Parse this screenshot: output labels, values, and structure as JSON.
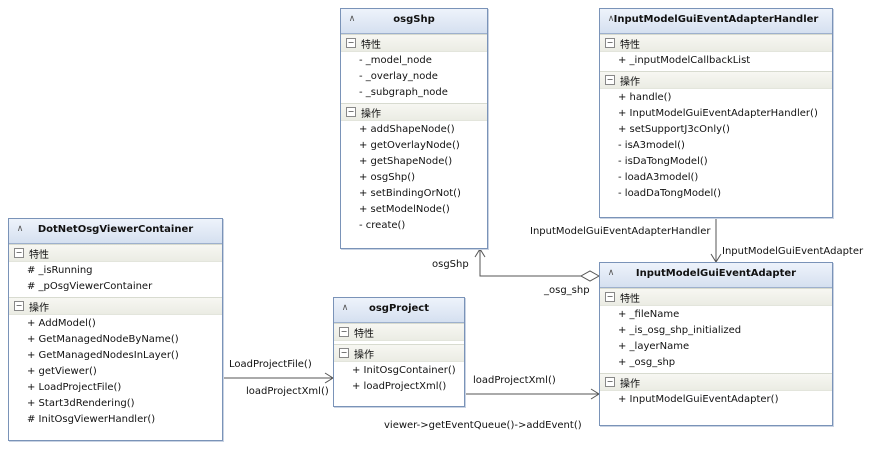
{
  "labels": {
    "attributes": "特性",
    "operations": "操作"
  },
  "classes": {
    "osgShp": {
      "name": "osgShp",
      "attributes": [
        "- _model_node",
        "- _overlay_node",
        "- _subgraph_node"
      ],
      "operations": [
        "+ addShapeNode()",
        "+ getOverlayNode()",
        "+ getShapeNode()",
        "+ osgShp()",
        "+ setBindingOrNot()",
        "+ setModelNode()",
        "- create()"
      ]
    },
    "handler": {
      "name": "InputModelGuiEventAdapterHandler",
      "attributes": [
        "+ _inputModelCallbackList"
      ],
      "operations": [
        "+ handle()",
        "+ InputModelGuiEventAdapterHandler()",
        "+ setSupportJ3cOnly()",
        "- isA3model()",
        "- isDaTongModel()",
        "- loadA3model()",
        "- loadDaTongModel()"
      ]
    },
    "container": {
      "name": "DotNetOsgViewerContainer",
      "attributes": [
        "# _isRunning",
        "# _pOsgViewerContainer"
      ],
      "operations": [
        "+ AddModel()",
        "+ GetManagedNodeByName()",
        "+ GetManagedNodesInLayer()",
        "+ getViewer()",
        "+ LoadProjectFile()",
        "+ Start3dRendering()",
        "# InitOsgViewerHandler()"
      ]
    },
    "project": {
      "name": "osgProject",
      "attributes": [],
      "operations": [
        "+ InitOsgContainer()",
        "+ loadProjectXml()"
      ]
    },
    "adapter": {
      "name": "InputModelGuiEventAdapter",
      "attributes": [
        "+ _fileName",
        "+ _is_osg_shp_initialized",
        "+ _layerName",
        "+ _osg_shp"
      ],
      "operations": [
        "+ InputModelGuiEventAdapter()"
      ]
    }
  },
  "connectors": {
    "handler_label": "InputModelGuiEventAdapterHandler",
    "adapter_label": "InputModelGuiEventAdapter",
    "osgshp_label": "osgShp",
    "osg_shp_label": "_osg_shp",
    "loadProjectFile_label": "LoadProjectFile()",
    "loadProjectXml_label": "loadProjectXml()",
    "loadProjectXml2_label": "loadProjectXml()",
    "addEvent_label": "viewer->getEventQueue()->addEvent()"
  }
}
